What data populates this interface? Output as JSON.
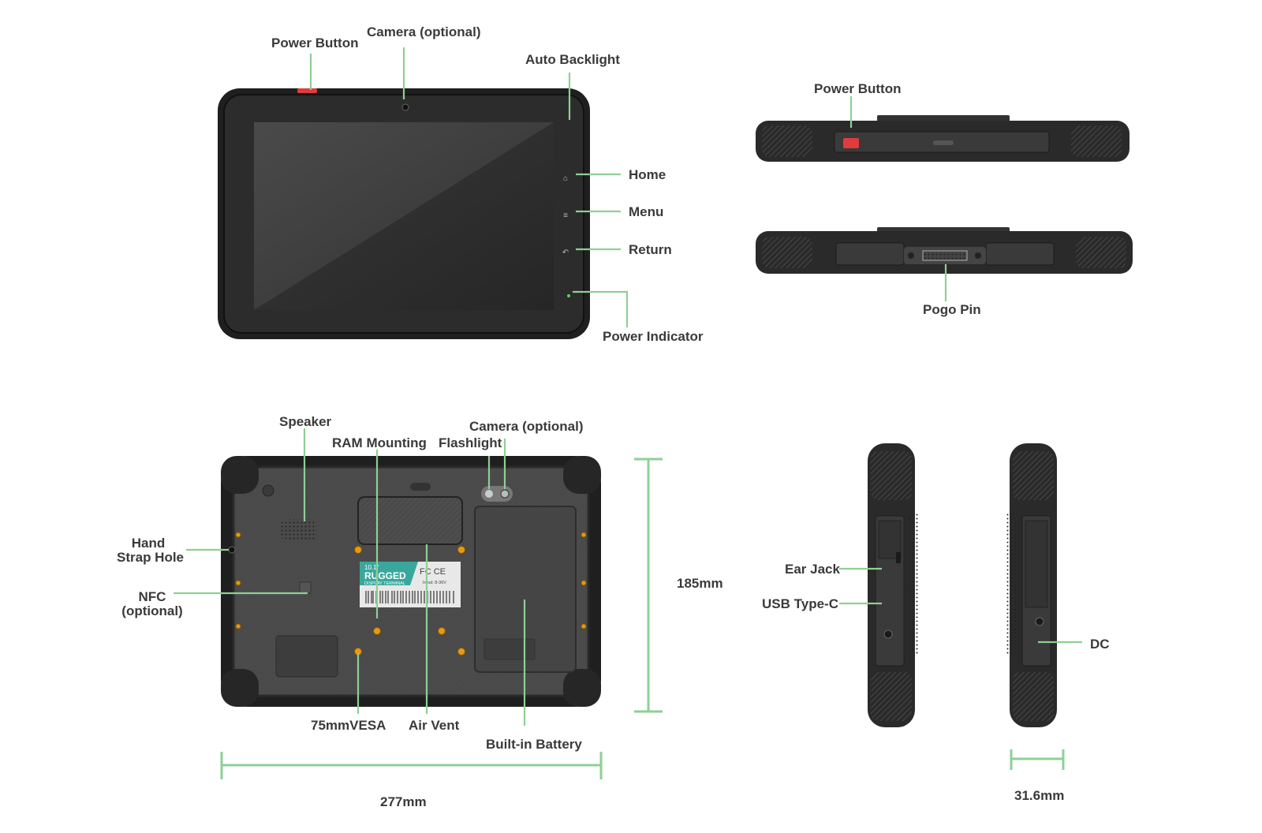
{
  "colors": {
    "callout_line": "#8fcf95",
    "device_body": "#2b2b2b",
    "screen": "#3d3d3d",
    "label_text": "#3a3a3a",
    "accent_red": "#e23b3b",
    "screw_gold": "#e39a16",
    "badge_teal": "#3aa79c"
  },
  "front_view": {
    "power_button": "Power Button",
    "camera": "Camera (optional)",
    "auto_backlight": "Auto Backlight",
    "home": "Home",
    "menu": "Menu",
    "return": "Return",
    "power_indicator": "Power Indicator"
  },
  "top_edge_view": {
    "power_button": "Power Button"
  },
  "bottom_edge_view": {
    "pogo_pin": "Pogo Pin"
  },
  "back_view": {
    "speaker": "Speaker",
    "ram_mounting": "RAM Mounting",
    "flashlight": "Flashlight",
    "camera": "Camera (optional)",
    "hand_strap_hole_line1": "Hand",
    "hand_strap_hole_line2": "Strap Hole",
    "nfc_line1": "NFC",
    "nfc_line2": "(optional)",
    "vesa": "75mmVESA",
    "air_vent": "Air Vent",
    "built_in_battery": "Built-in Battery",
    "height_dimension": "185mm",
    "width_dimension": "277mm",
    "sticker": {
      "size": "10.1\"",
      "brand": "RUGGED",
      "subtitle": "DISPLAY TERMINAL",
      "certs": "FC CE",
      "input": "Input: 8-36V"
    }
  },
  "side_views": {
    "ear_jack": "Ear Jack",
    "usb_type_c": "USB Type-C",
    "dc": "DC",
    "depth_dimension": "31.6mm"
  }
}
